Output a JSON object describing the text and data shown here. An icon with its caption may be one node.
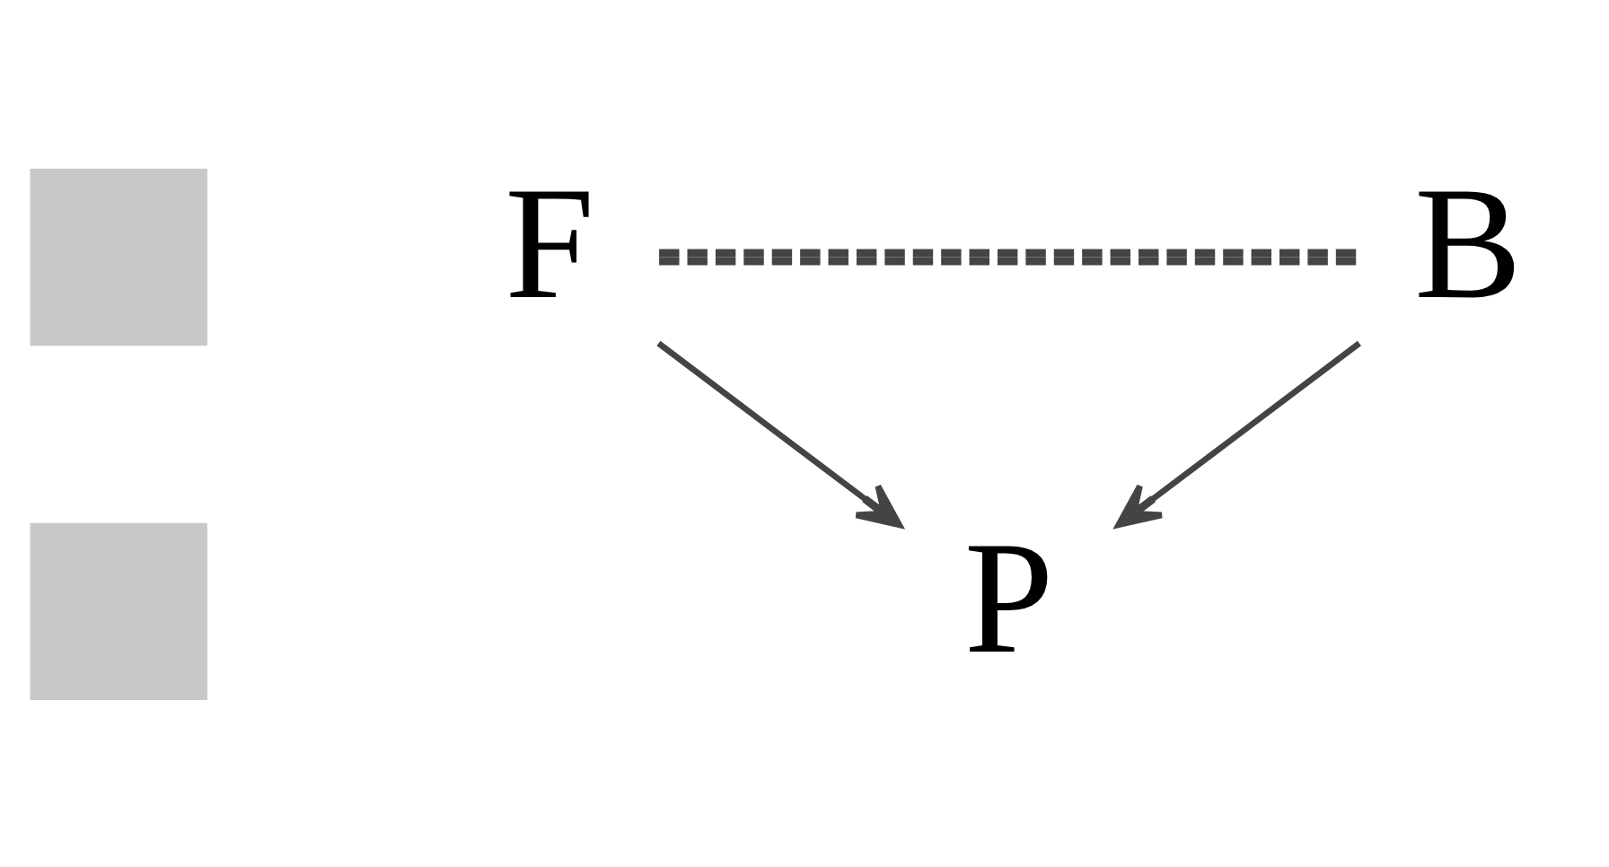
{
  "diagram": {
    "nodes": [
      {
        "text": [],
        "shape": "box"
      },
      {
        "text": [
          "F"
        ]
      },
      {
        "text": [
          "B"
        ]
      },
      {
        "text": [],
        "shape": "box"
      },
      {
        "text": [
          "P"
        ]
      }
    ],
    "edges": [
      {
        "from": 1,
        "to": 2,
        "arrow": "none",
        "style": "dashed"
      },
      {
        "from": 1,
        "to": 4,
        "arrow": "to"
      },
      {
        "from": 2,
        "to": 4,
        "arrow": "to"
      }
    ]
  }
}
